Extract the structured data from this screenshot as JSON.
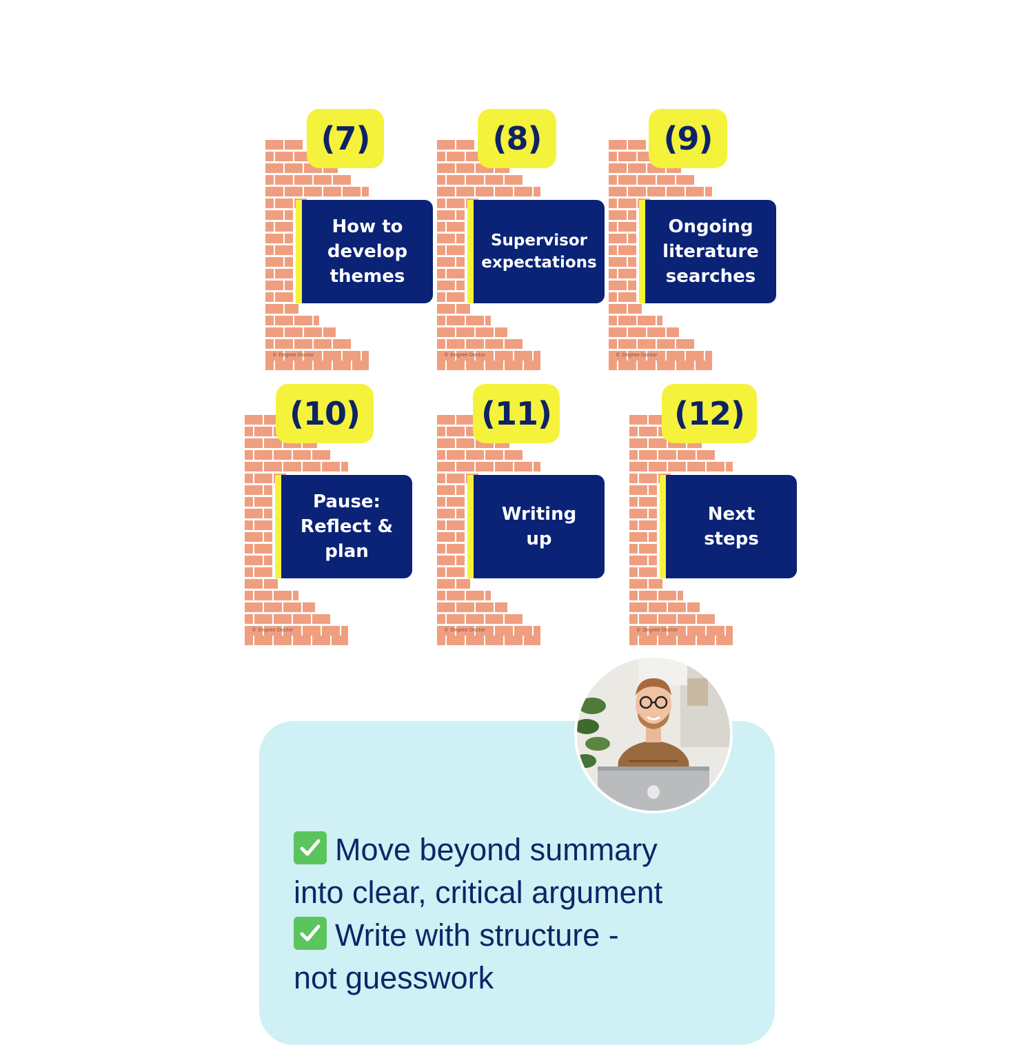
{
  "cards": [
    {
      "number": "(7)",
      "title_lines": [
        "How to",
        "develop",
        "themes"
      ],
      "copyright": "© Degree Doctor"
    },
    {
      "number": "(8)",
      "title_lines": [
        "Supervisor",
        "expectations"
      ],
      "copyright": "© Degree Doctor"
    },
    {
      "number": "(9)",
      "title_lines": [
        "Ongoing",
        "literature",
        "searches"
      ],
      "copyright": "© Degree Doctor"
    },
    {
      "number": "(10)",
      "title_lines": [
        "Pause:",
        "Reflect &",
        "plan"
      ],
      "copyright": "© Degree Doctor"
    },
    {
      "number": "(11)",
      "title_lines": [
        "Writing",
        "up"
      ],
      "copyright": "© Degree Doctor"
    },
    {
      "number": "(12)",
      "title_lines": [
        "Next",
        "steps"
      ],
      "copyright": "© Degree Doctor"
    }
  ],
  "benefits": {
    "lines": [
      {
        "check": true,
        "text": "Move beyond summary"
      },
      {
        "check": false,
        "text": "into clear, critical argument"
      },
      {
        "check": true,
        "text": "Write with structure -"
      },
      {
        "check": false,
        "text": "not guesswork"
      }
    ]
  },
  "colors": {
    "badge": "#f5f23c",
    "panel": "#0a2377",
    "brick": "#ef9f80",
    "info_bg": "#cff0f5",
    "text_dark": "#0c2766",
    "check": "#5cc45c"
  },
  "icons": {
    "check": "check-mark-icon",
    "avatar": "person-with-laptop-photo"
  }
}
